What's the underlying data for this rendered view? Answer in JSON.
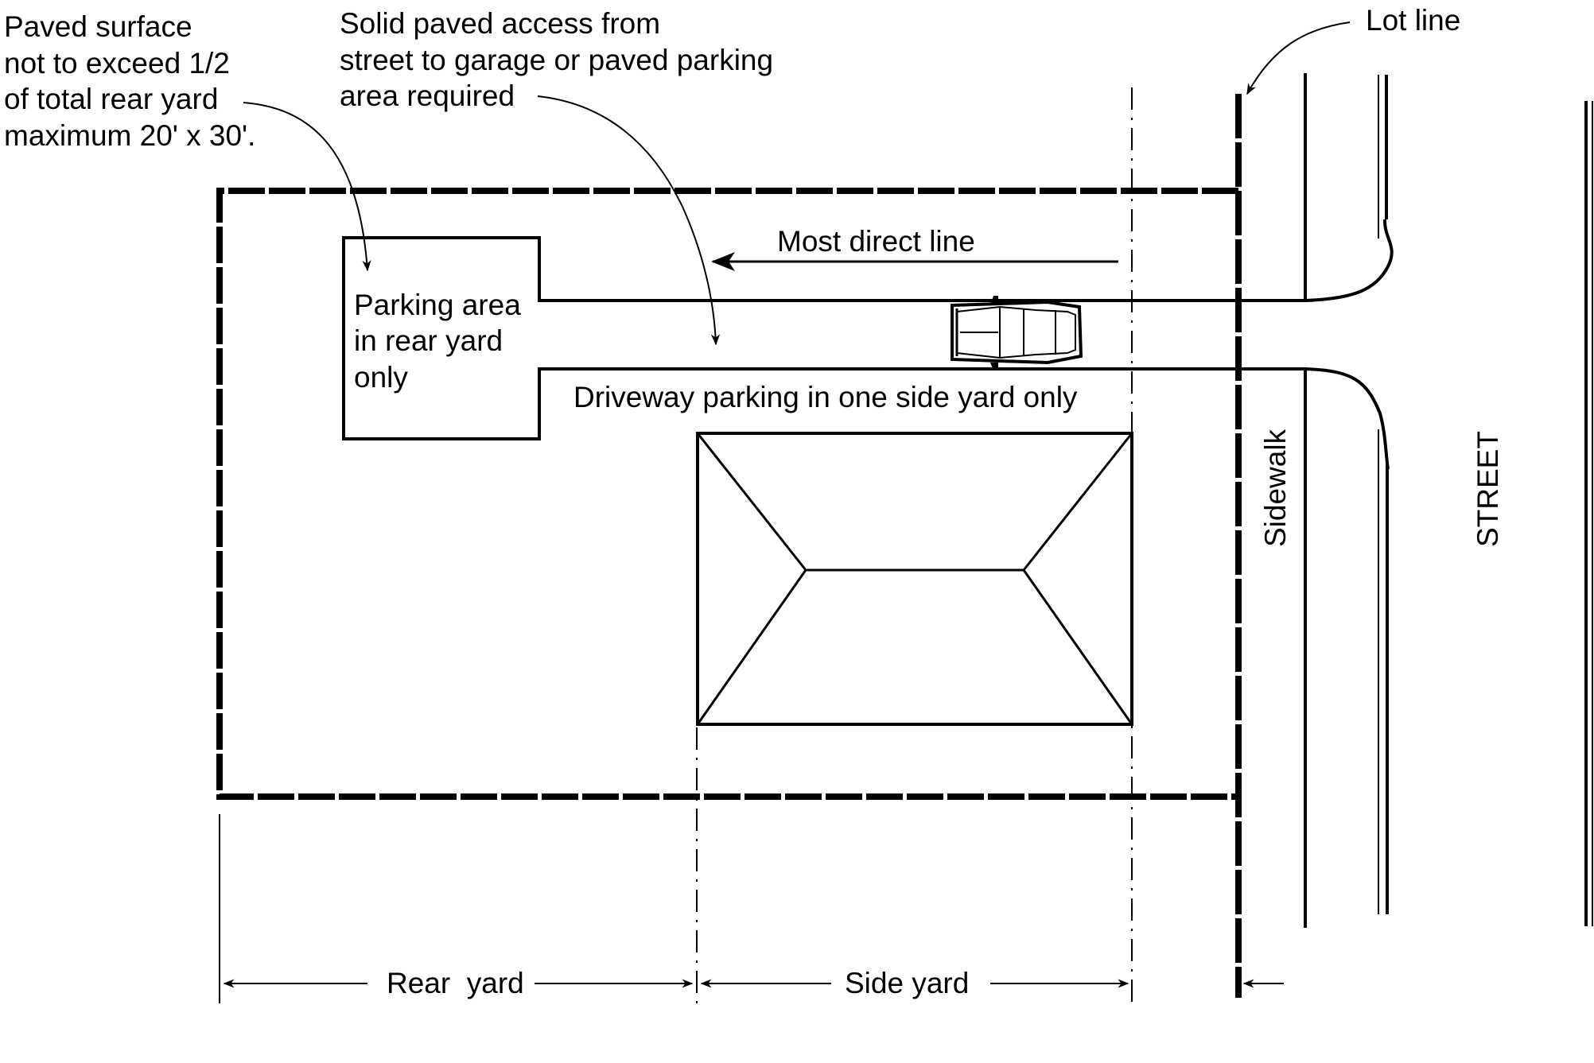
{
  "diagram": {
    "title": "Residential lot parking layout",
    "colors": {
      "ink": "#000000",
      "background": "#ffffff"
    },
    "annotations": {
      "paved_surface": {
        "lines": [
          "Paved surface",
          "not to exceed 1/2",
          "of total rear yard",
          "maximum 20' x 30'."
        ]
      },
      "solid_paved_access": {
        "lines": [
          "Solid paved access from",
          "street to garage or paved parking",
          "area required"
        ]
      },
      "lot_line": "Lot line",
      "most_direct_line": "Most direct line",
      "parking_area": {
        "lines": [
          "Parking area",
          "in rear yard",
          "only"
        ]
      },
      "driveway_parking": "Driveway parking in one side yard only",
      "sidewalk": "Sidewalk",
      "street": "STREET"
    },
    "dimensions": {
      "rear_yard": "Rear  yard",
      "side_yard": "Side yard"
    },
    "features": [
      "lot-boundary",
      "parking-area",
      "driveway",
      "house-hip-roof",
      "car",
      "sidewalk",
      "curb",
      "street"
    ]
  }
}
